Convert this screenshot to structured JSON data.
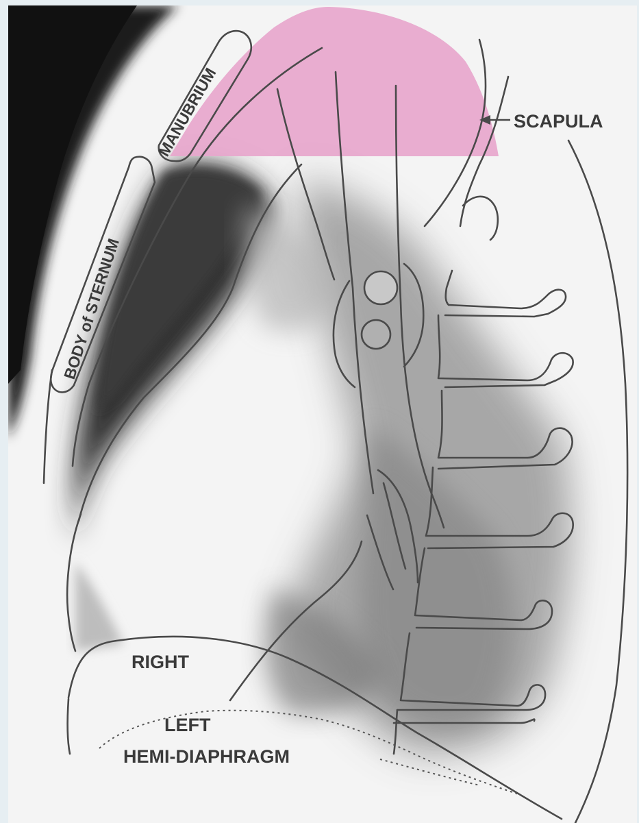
{
  "labels": {
    "manubrium": "MANUBRIUM",
    "body_of_sternum": "BODY of STERNUM",
    "scapula": "SCAPULA",
    "right": "RIGHT",
    "left": "LEFT",
    "hemi_diaphragm": "HEMI-DIAPHRAGM"
  },
  "colors": {
    "highlight": "#e7a6cc",
    "background_frame": "#e6eef2",
    "line": "#4a4a4a",
    "dark_shadow": "#2a2a2a"
  }
}
